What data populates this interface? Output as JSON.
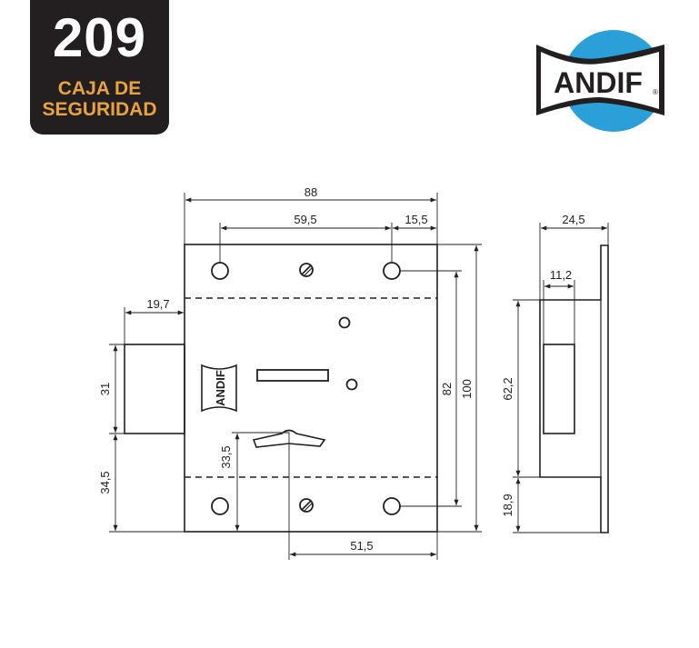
{
  "badge": {
    "number": "209",
    "line1": "CAJA DE",
    "line2": "SEGURIDAD"
  },
  "brand": {
    "logo_text": "ANDIF",
    "logo_mark": "®",
    "plate_text": "ANDIF"
  },
  "dimensions": {
    "width_total": "88",
    "holes_spacing": "59,5",
    "hole_offset": "15,5",
    "bolt_throw": "19,7",
    "bolt_height": "31",
    "bolt_bottom": "34,5",
    "key_height": "33,5",
    "key_offset": "51,5",
    "inner_height": "82",
    "total_height": "100",
    "side_width": "24,5",
    "side_bolt": "11,2",
    "side_height": "62,2",
    "side_bottom": "18,9"
  },
  "colors": {
    "badge_bg": "#231f20",
    "badge_accent": "#e8a33d",
    "logo_blue": "#2a9fd8",
    "line": "#231f20"
  }
}
